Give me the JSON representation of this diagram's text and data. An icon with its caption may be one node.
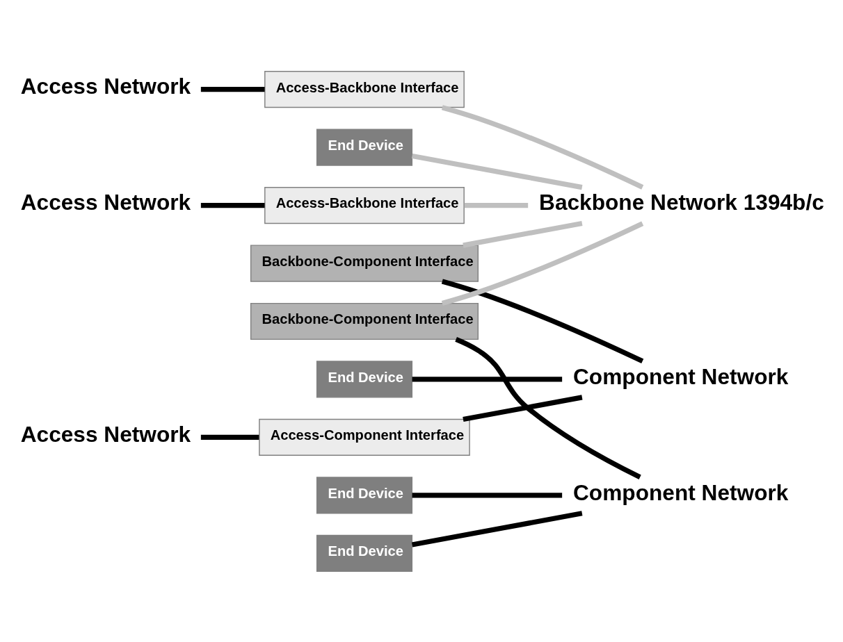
{
  "diagram": {
    "nodes": [
      {
        "text": [
          "Backbone Network 1394b/c"
        ]
      },
      {
        "text": [
          "Access Network"
        ]
      },
      {
        "text": [
          "End Device"
        ]
      },
      {
        "text": [
          "Access-Component Interface"
        ]
      },
      {
        "text": [
          "Access Network"
        ]
      },
      {
        "text": [
          "Access-Backbone Interface"
        ]
      },
      {
        "text": [
          "Backbone-Component Interface"
        ]
      },
      {
        "text": [
          "Component Network"
        ]
      },
      {
        "text": [
          "End Device"
        ]
      },
      {
        "text": [
          "End Device"
        ]
      },
      {
        "text": [
          "End Device"
        ]
      },
      {
        "text": [
          "Access Network"
        ]
      },
      {
        "text": [
          "Access-Backbone Interface"
        ]
      },
      {
        "text": [
          "Backbone-Component Interface"
        ]
      },
      {
        "text": [
          "Component Network"
        ]
      }
    ],
    "edges": [
      {
        "from": 4,
        "to": 5,
        "arrow": "none"
      },
      {
        "from": 5,
        "to": 0,
        "arrow": "none",
        "color": "#bfbfbf"
      },
      {
        "from": 6,
        "to": 0,
        "arrow": "none",
        "color": "#bfbfbf"
      },
      {
        "from": 6,
        "to": 7,
        "arrow": "none"
      },
      {
        "from": 2,
        "to": 7,
        "arrow": "none"
      },
      {
        "from": 3,
        "to": 7,
        "arrow": "none"
      },
      {
        "from": 1,
        "to": 3,
        "arrow": "none"
      },
      {
        "from": 8,
        "to": 0,
        "arrow": "none",
        "color": "#bfbfbf"
      },
      {
        "from": 11,
        "to": 12,
        "arrow": "none"
      },
      {
        "from": 12,
        "to": 0,
        "arrow": "none",
        "color": "#bfbfbf"
      },
      {
        "from": 13,
        "to": 0,
        "arrow": "none",
        "color": "#bfbfbf"
      },
      {
        "from": 13,
        "to": 14,
        "arrow": "none"
      },
      {
        "from": 9,
        "to": 14,
        "arrow": "none"
      },
      {
        "from": 10,
        "to": 14,
        "arrow": "none"
      }
    ]
  }
}
